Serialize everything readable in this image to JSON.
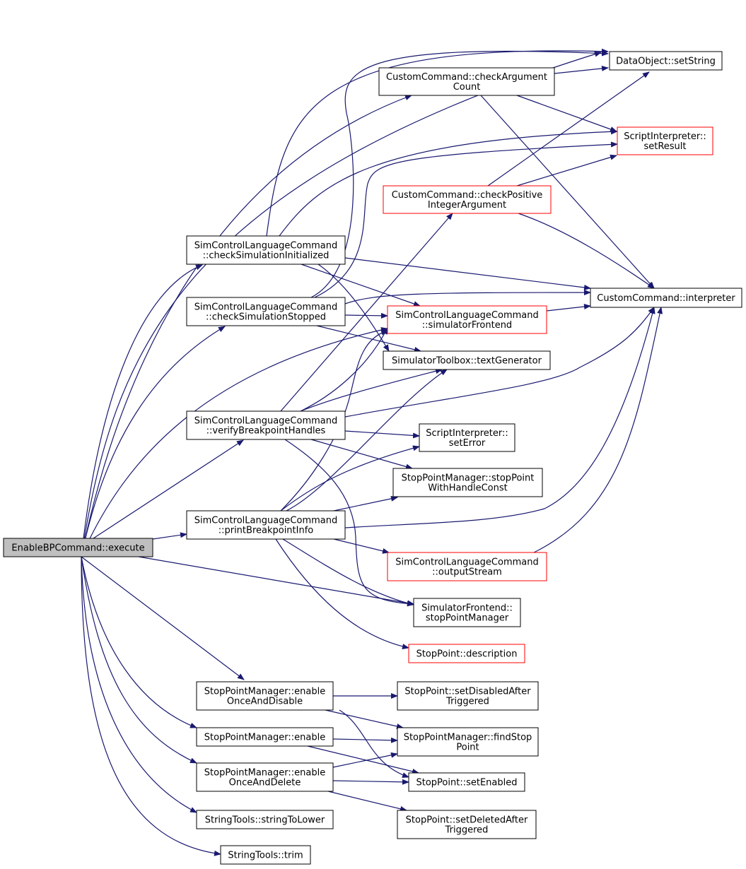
{
  "colors": {
    "edge": "#191970",
    "border": "#000000",
    "incomplete_border": "#ff0000",
    "root_fill": "#bfbfbf"
  },
  "nodes": {
    "enableBP": {
      "lines": [
        "EnableBPCommand::execute"
      ],
      "root": true
    },
    "setString": {
      "lines": [
        "DataObject::setString"
      ]
    },
    "checkArgCount": {
      "lines": [
        "CustomCommand::checkArgument",
        "Count"
      ]
    },
    "setResult": {
      "lines": [
        "ScriptInterpreter::",
        "setResult"
      ],
      "red": true
    },
    "checkPosInt": {
      "lines": [
        "CustomCommand::checkPositive",
        "IntegerArgument"
      ],
      "red": true
    },
    "checkSimInit": {
      "lines": [
        "SimControlLanguageCommand",
        "::checkSimulationInitialized"
      ]
    },
    "interpreter": {
      "lines": [
        "CustomCommand::interpreter"
      ]
    },
    "checkSimStopped": {
      "lines": [
        "SimControlLanguageCommand",
        "::checkSimulationStopped"
      ]
    },
    "simFrontend": {
      "lines": [
        "SimControlLanguageCommand",
        "::simulatorFrontend"
      ],
      "red": true
    },
    "textGen": {
      "lines": [
        "SimulatorToolbox::textGenerator"
      ]
    },
    "verifyBP": {
      "lines": [
        "SimControlLanguageCommand",
        "::verifyBreakpointHandles"
      ]
    },
    "setError": {
      "lines": [
        "ScriptInterpreter::",
        "setError"
      ]
    },
    "stopPointWithHandle": {
      "lines": [
        "StopPointManager::stopPoint",
        "WithHandleConst"
      ]
    },
    "printBP": {
      "lines": [
        "SimControlLanguageCommand",
        "::printBreakpointInfo"
      ]
    },
    "outputStream": {
      "lines": [
        "SimControlLanguageCommand",
        "::outputStream"
      ],
      "red": true
    },
    "stopPointManager": {
      "lines": [
        "SimulatorFrontend::",
        "stopPointManager"
      ]
    },
    "description": {
      "lines": [
        "StopPoint::description"
      ],
      "red": true
    },
    "enableOnceDisable": {
      "lines": [
        "StopPointManager::enable",
        "OnceAndDisable"
      ]
    },
    "setDisabledAfter": {
      "lines": [
        "StopPoint::setDisabledAfter",
        "Triggered"
      ]
    },
    "spmEnable": {
      "lines": [
        "StopPointManager::enable"
      ]
    },
    "findStopPoint": {
      "lines": [
        "StopPointManager::findStop",
        "Point"
      ]
    },
    "enableOnceDelete": {
      "lines": [
        "StopPointManager::enable",
        "OnceAndDelete"
      ]
    },
    "setEnabled": {
      "lines": [
        "StopPoint::setEnabled"
      ]
    },
    "stringToLower": {
      "lines": [
        "StringTools::stringToLower"
      ]
    },
    "setDeletedAfter": {
      "lines": [
        "StopPoint::setDeletedAfter",
        "Triggered"
      ]
    },
    "trim": {
      "lines": [
        "StringTools::trim"
      ]
    }
  }
}
